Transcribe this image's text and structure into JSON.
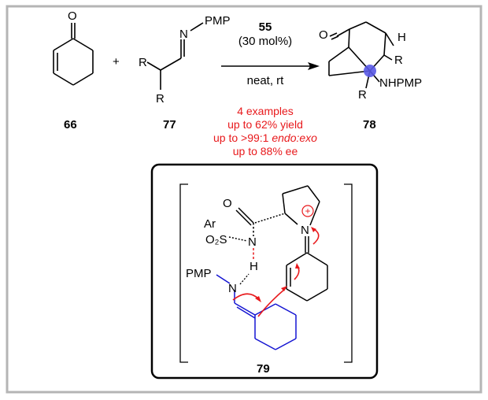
{
  "colors": {
    "frame": "#b5b5b5",
    "ink": "#000000",
    "red": "#e8191c",
    "blue": "#1414d2",
    "stereocenter_dot": "#5a5ae6"
  },
  "compounds": {
    "cyclohexenone": {
      "label": "66",
      "oxygen": "O"
    },
    "imine": {
      "label": "77",
      "n": "N",
      "pmp": "PMP",
      "r1": "R",
      "r2": "R"
    },
    "product": {
      "label": "78",
      "o": "O",
      "h": "H",
      "r1": "R",
      "r2": "R",
      "nhpmp": "NHPMP"
    }
  },
  "reaction": {
    "plus": "+",
    "catalyst": "55",
    "loading": "(30 mol%)",
    "conditions": "neat, rt"
  },
  "results": {
    "line1": "4 examples",
    "line2": "up to 62% yield",
    "line3_prefix": "up to >99:1 ",
    "line3_italic": "endo:exo",
    "line4": "up to 88% ee"
  },
  "transition_state": {
    "label": "79",
    "o": "O",
    "ar": "Ar",
    "o2s": "O₂S",
    "n_amide": "N",
    "h": "H",
    "pmp": "PMP",
    "n_enamine": "N",
    "n_pyrrolidinium": "N",
    "plus_charge": "+"
  }
}
